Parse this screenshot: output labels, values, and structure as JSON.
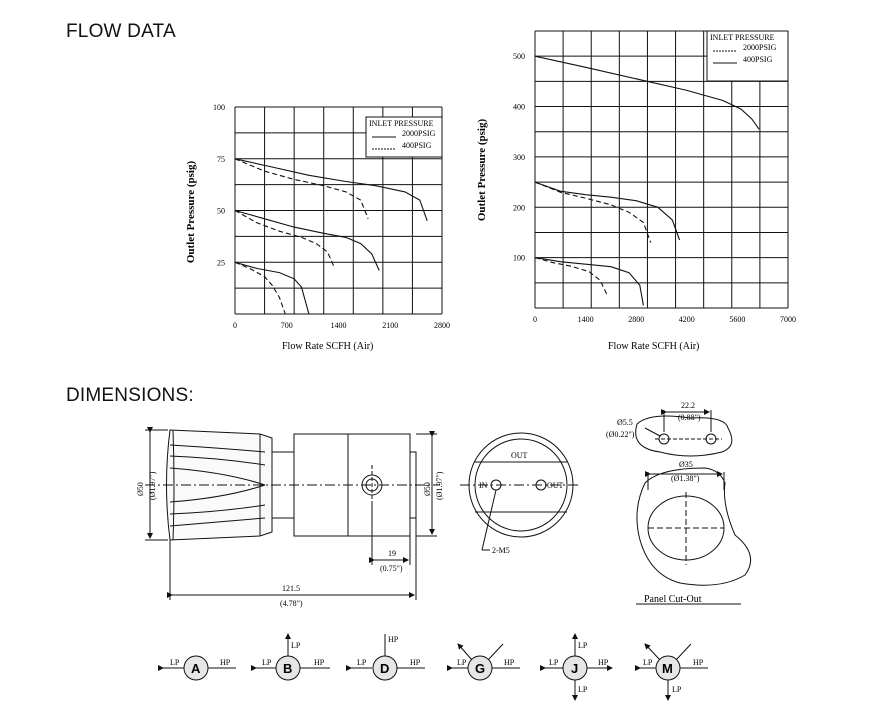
{
  "headings": {
    "flow": "FLOW DATA",
    "dimensions": "DIMENSIONS:"
  },
  "chart_data": [
    {
      "type": "line",
      "ylabel": "Outlet Pressure (psig)",
      "xlabel": "Flow Rate SCFH  (Air)",
      "xlim": [
        0,
        2800
      ],
      "ylim": [
        0,
        100
      ],
      "xticks": [
        "0",
        "700",
        "1400",
        "2100",
        "2800"
      ],
      "yticks": [
        "25",
        "50",
        "75",
        "100"
      ],
      "legend": {
        "title": "INLET PRESSURE",
        "entries": [
          {
            "label": "2000PSIG",
            "style": "solid"
          },
          {
            "label": "400PSIG",
            "style": "dashed"
          }
        ]
      },
      "series": [
        {
          "style": "solid",
          "x": [
            0,
            500,
            1000,
            1500,
            1900,
            2300,
            2500,
            2600
          ],
          "y": [
            75,
            71,
            67,
            64,
            62,
            59,
            55,
            45
          ]
        },
        {
          "style": "dashed",
          "x": [
            0,
            400,
            800,
            1200,
            1500,
            1700,
            1800
          ],
          "y": [
            75,
            69,
            65,
            62,
            59,
            55,
            46
          ]
        },
        {
          "style": "solid",
          "x": [
            0,
            400,
            800,
            1200,
            1500,
            1700,
            1850,
            1950
          ],
          "y": [
            50,
            46,
            42,
            39,
            37,
            34,
            29,
            21
          ]
        },
        {
          "style": "dashed",
          "x": [
            0,
            300,
            600,
            900,
            1100,
            1250,
            1350
          ],
          "y": [
            50,
            44,
            40,
            37,
            34,
            30,
            22
          ]
        },
        {
          "style": "solid",
          "x": [
            0,
            300,
            600,
            800,
            900,
            1000
          ],
          "y": [
            25,
            22,
            20,
            17,
            13,
            0
          ]
        },
        {
          "style": "dashed",
          "x": [
            0,
            200,
            400,
            500,
            600,
            680
          ],
          "y": [
            25,
            22,
            18,
            14,
            8,
            0
          ]
        }
      ]
    },
    {
      "type": "line",
      "ylabel": "Outlet Pressure (psig)",
      "xlabel": "Flow Rate SCFH  (Air)",
      "xlim": [
        0,
        7000
      ],
      "ylim": [
        0,
        550
      ],
      "xticks": [
        "0",
        "1400",
        "2800",
        "4200",
        "5600",
        "7000"
      ],
      "yticks": [
        "100",
        "200",
        "300",
        "400",
        "500"
      ],
      "legend": {
        "title": "INLET PRESSURE",
        "entries": [
          {
            "label": "2000PSIG",
            "style": "dashed"
          },
          {
            "label": "400PSIG",
            "style": "solid"
          }
        ]
      },
      "series": [
        {
          "style": "solid",
          "x": [
            0,
            1400,
            2800,
            4200,
            5200,
            5700,
            6000,
            6200
          ],
          "y": [
            500,
            478,
            455,
            432,
            412,
            395,
            375,
            355
          ]
        },
        {
          "style": "solid",
          "x": [
            0,
            700,
            1400,
            2100,
            2800,
            3400,
            3800,
            4000
          ],
          "y": [
            250,
            232,
            225,
            220,
            213,
            200,
            175,
            135
          ]
        },
        {
          "style": "dashed",
          "x": [
            0,
            700,
            1400,
            2100,
            2600,
            3000,
            3200
          ],
          "y": [
            250,
            230,
            218,
            205,
            190,
            170,
            130
          ]
        },
        {
          "style": "solid",
          "x": [
            0,
            700,
            1400,
            2100,
            2600,
            2900,
            3000
          ],
          "y": [
            100,
            92,
            87,
            82,
            70,
            45,
            5
          ]
        },
        {
          "style": "dashed",
          "x": [
            0,
            500,
            1000,
            1500,
            1800,
            2000
          ],
          "y": [
            100,
            90,
            83,
            72,
            55,
            25
          ]
        }
      ]
    }
  ],
  "dimensions": {
    "d50_left": "Ø50",
    "d50_left_in": "(Ø1.97\")",
    "d50_right": "Ø50",
    "d50_right_in": "(Ø1.97\")",
    "len19": "19",
    "len19_in": "(0.75\")",
    "len121": "121.5",
    "len121_in": "(4.78\")",
    "port_out": "OUT",
    "port_in": "IN",
    "port_out2": "OUT",
    "thread": "2-M5",
    "hole": "Ø5.5",
    "hole_in": "(Ø0.22\")",
    "pitch": "22.2",
    "pitch_in": "(0.88\")",
    "cut": "Ø35",
    "cut_in": "(Ø1.38\")",
    "panel": "Panel Cut-Out"
  },
  "ports": [
    {
      "letter": "A",
      "lp": "LP",
      "hp": "HP"
    },
    {
      "letter": "B",
      "lp1": "LP",
      "lp2": "LP",
      "hp": "HP"
    },
    {
      "letter": "D",
      "lp": "LP",
      "hp1": "HP",
      "hp2": "HP"
    },
    {
      "letter": "G",
      "lp": "LP",
      "hp": "HP"
    },
    {
      "letter": "J",
      "lp1": "LP",
      "lp2": "LP",
      "lp3": "LP",
      "hp": "HP"
    },
    {
      "letter": "M",
      "lp1": "LP",
      "lp2": "LP",
      "hp": "HP"
    }
  ]
}
